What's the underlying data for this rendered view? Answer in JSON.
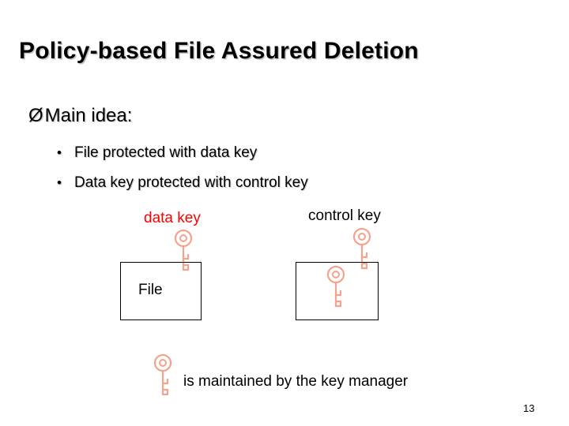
{
  "slide": {
    "title": "Policy-based File Assured Deletion",
    "main_bullet": {
      "marker": "Ø",
      "text": "Main idea:"
    },
    "sub_bullets": [
      {
        "marker": "•",
        "text": "File protected with data key"
      },
      {
        "marker": "•",
        "text": "Data key protected with control key"
      }
    ],
    "diagram": {
      "data_key_label": "data key",
      "data_key_color": "#ff0000",
      "control_key_label": "control key",
      "control_key_color": "#000000",
      "file_box_label": "File",
      "key_icon_name": "key-icon",
      "key_icon_color": "#f5a38c"
    },
    "legend": {
      "text": "is maintained by the key manager",
      "key_icon_name": "key-icon"
    },
    "page_number": "13"
  }
}
